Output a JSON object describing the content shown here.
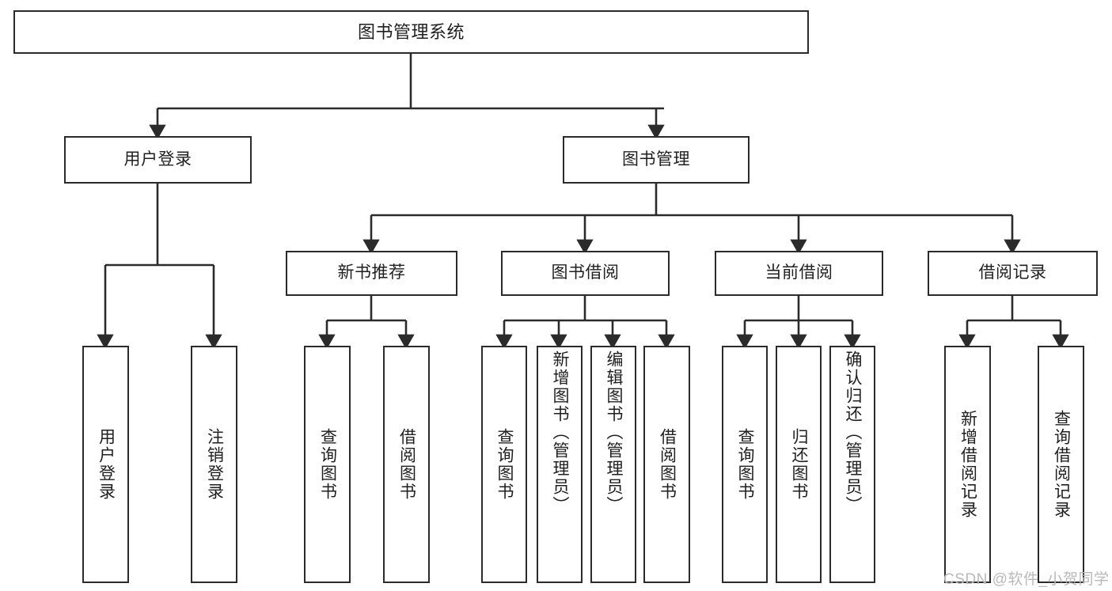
{
  "diagram": {
    "type": "tree-hierarchy-chart",
    "title": "图书管理系统",
    "orientation": "top-down",
    "colors": {
      "box_border": "#2b2b2b",
      "box_fill": "#ffffff",
      "connector": "#2b2b2b",
      "text": "#1f1f1f",
      "background": "#ffffff",
      "watermark": "#b9b9b9"
    }
  },
  "root": {
    "label": "图书管理系统"
  },
  "level2": [
    {
      "label": "用户登录"
    },
    {
      "label": "图书管理"
    }
  ],
  "level3": [
    {
      "label": "新书推荐"
    },
    {
      "label": "图书借阅"
    },
    {
      "label": "当前借阅"
    },
    {
      "label": "借阅记录"
    }
  ],
  "leaves": {
    "user_login": [
      {
        "label": "用户登录"
      },
      {
        "label": "注销登录"
      }
    ],
    "new_book_recommend": [
      {
        "label": "查询图书"
      },
      {
        "label": "借阅图书"
      }
    ],
    "book_borrow": [
      {
        "label": "查询图书"
      },
      {
        "label": "新增图书（管理员）"
      },
      {
        "label": "编辑图书（管理员）"
      },
      {
        "label": "借阅图书"
      }
    ],
    "current_borrow": [
      {
        "label": "查询图书"
      },
      {
        "label": "归还图书"
      },
      {
        "label": "确认归还（管理员）"
      }
    ],
    "borrow_record": [
      {
        "label": "新增借阅记录"
      },
      {
        "label": "查询借阅记录"
      }
    ]
  },
  "watermark": {
    "text": "CSDN @软件_小贺同学"
  }
}
